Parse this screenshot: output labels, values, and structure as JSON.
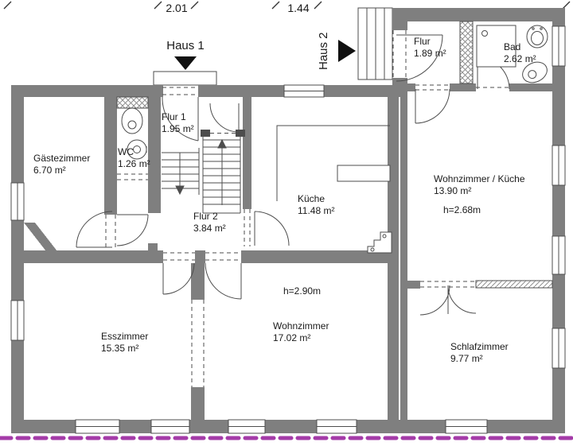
{
  "dimensions": {
    "d1": "2.01",
    "d2": "1.44"
  },
  "buildings": {
    "haus1": "Haus 1",
    "haus2": "Haus 2"
  },
  "rooms": {
    "gaestezimmer": {
      "name": "Gästezimmer",
      "area": "6.70 m²"
    },
    "wc": {
      "name": "WC",
      "area": "1.26 m²"
    },
    "flur1": {
      "name": "Flur 1",
      "area": "1.95 m²"
    },
    "flur2": {
      "name": "Flur 2",
      "area": "3.84 m²"
    },
    "kueche": {
      "name": "Küche",
      "area": "11.48 m²"
    },
    "esszimmer": {
      "name": "Esszimmer",
      "area": "15.35 m²"
    },
    "wohnzimmer": {
      "name": "Wohnzimmer",
      "area": "17.02 m²",
      "height": "h=2.90m"
    },
    "flur_haus2": {
      "name": "Flur",
      "area": "1.89 m²"
    },
    "bad": {
      "name": "Bad",
      "area": "2.62 m²"
    },
    "wohnkueche": {
      "name": "Wohnzimmer / Küche",
      "area": "13.90 m²",
      "height": "h=2.68m"
    },
    "schlafzimmer": {
      "name": "Schlafzimmer",
      "area": "9.77 m²"
    }
  },
  "colors": {
    "wall": "#7f7f7f",
    "line": "#4d4d4d",
    "plot_boundary": "#a43ba8",
    "marker": "#111111"
  }
}
